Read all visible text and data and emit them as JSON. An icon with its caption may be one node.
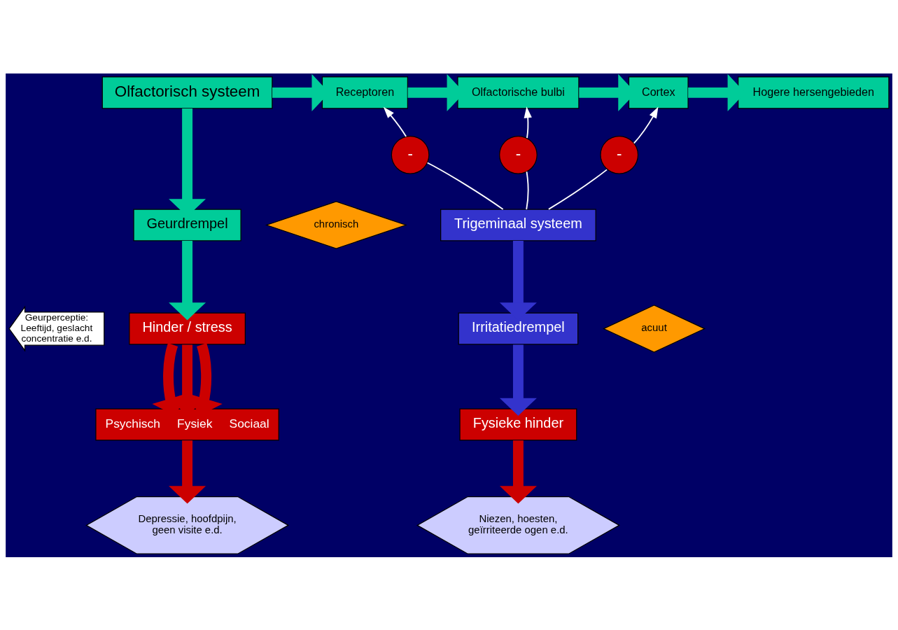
{
  "diagram": {
    "nodes": [
      {
        "text": [
          "Olfactorisch systeem"
        ]
      },
      {
        "text": [
          "Receptoren"
        ]
      },
      {
        "text": [
          "Olfactorische bulbi"
        ]
      },
      {
        "text": [
          "Cortex"
        ]
      },
      {
        "text": [
          "Hogere hersengebieden"
        ]
      },
      {
        "text": [
          "Geurdrempel"
        ]
      },
      {
        "text": [
          "chronisch"
        ]
      },
      {
        "text": [
          "Hinder / stress"
        ]
      },
      {
        "text": [
          "Geurperceptie: Leeftijd, geslacht concentratie e.d."
        ]
      },
      {
        "text": [
          "Psychisch",
          "Fysiek",
          "Sociaal"
        ]
      },
      {
        "text": [
          "Depressie, hoofdpijn, geen visite e.d."
        ]
      },
      {
        "text": [
          "-"
        ]
      },
      {
        "text": [
          "-"
        ]
      },
      {
        "text": [
          "-"
        ]
      },
      {
        "text": [
          "Trigeminaal systeem"
        ]
      },
      {
        "text": [
          "Irritatiedrempel"
        ]
      },
      {
        "text": [
          "acuut"
        ]
      },
      {
        "text": [
          "Fysieke hinder"
        ]
      },
      {
        "text": [
          "Niezen, hoesten, geïrriteerde ogen e.d."
        ]
      }
    ],
    "edges": [
      {
        "from": 0,
        "to": 1,
        "arrow": "to",
        "color": "#00cc99"
      },
      {
        "from": 1,
        "to": 2,
        "arrow": "to",
        "color": "#00cc99"
      },
      {
        "from": 2,
        "to": 3,
        "arrow": "to",
        "color": "#00cc99"
      },
      {
        "from": 3,
        "to": 4,
        "arrow": "to",
        "color": "#00cc99"
      },
      {
        "from": 0,
        "to": 5,
        "arrow": "to",
        "color": "#00cc99"
      },
      {
        "from": 5,
        "to": 7,
        "arrow": "to",
        "color": "#00cc99"
      },
      {
        "from": 7,
        "to": 9,
        "arrow": "to",
        "color": "#cc0000"
      },
      {
        "from": 7,
        "to": 9,
        "arrow": "to",
        "color": "#cc0000"
      },
      {
        "from": 7,
        "to": 9,
        "arrow": "to",
        "color": "#cc0000"
      },
      {
        "from": 9,
        "to": 10,
        "arrow": "to",
        "color": "#cc0000"
      },
      {
        "from": 14,
        "to": 11,
        "arrow": "none",
        "color": "#ffffff"
      },
      {
        "from": 11,
        "to": 1,
        "arrow": "to",
        "color": "#ffffff"
      },
      {
        "from": 14,
        "to": 12,
        "arrow": "none",
        "color": "#ffffff"
      },
      {
        "from": 12,
        "to": 2,
        "arrow": "to",
        "color": "#ffffff"
      },
      {
        "from": 14,
        "to": 13,
        "arrow": "none",
        "color": "#ffffff"
      },
      {
        "from": 13,
        "to": 3,
        "arrow": "to",
        "color": "#ffffff"
      },
      {
        "from": 14,
        "to": 15,
        "arrow": "to",
        "color": "#3333cc"
      },
      {
        "from": 15,
        "to": 17,
        "arrow": "to",
        "color": "#3333cc"
      },
      {
        "from": 17,
        "to": 18,
        "arrow": "to",
        "color": "#cc0000"
      }
    ]
  }
}
